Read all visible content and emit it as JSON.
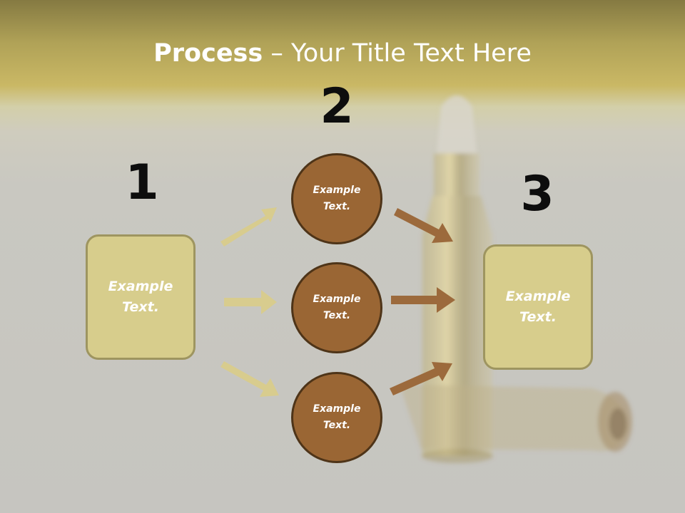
{
  "slide": {
    "title_bold": "Process",
    "title_rest": " – Your Title Text Here",
    "step_numbers": [
      "1",
      "2",
      "3"
    ],
    "left_box": {
      "text": "Example\nText."
    },
    "circles": [
      {
        "text": "Example\nText."
      },
      {
        "text": "Example\nText."
      },
      {
        "text": "Example\nText."
      }
    ],
    "right_box": {
      "text": "Example\nText."
    }
  },
  "colors": {
    "box_fill": "#d7cd8c",
    "box_border": "#9e9560",
    "circle_fill": "#9a6634",
    "circle_border": "#4e3418",
    "left_arrow": "#d8cc8e",
    "right_arrow": "#9c6a3c"
  }
}
